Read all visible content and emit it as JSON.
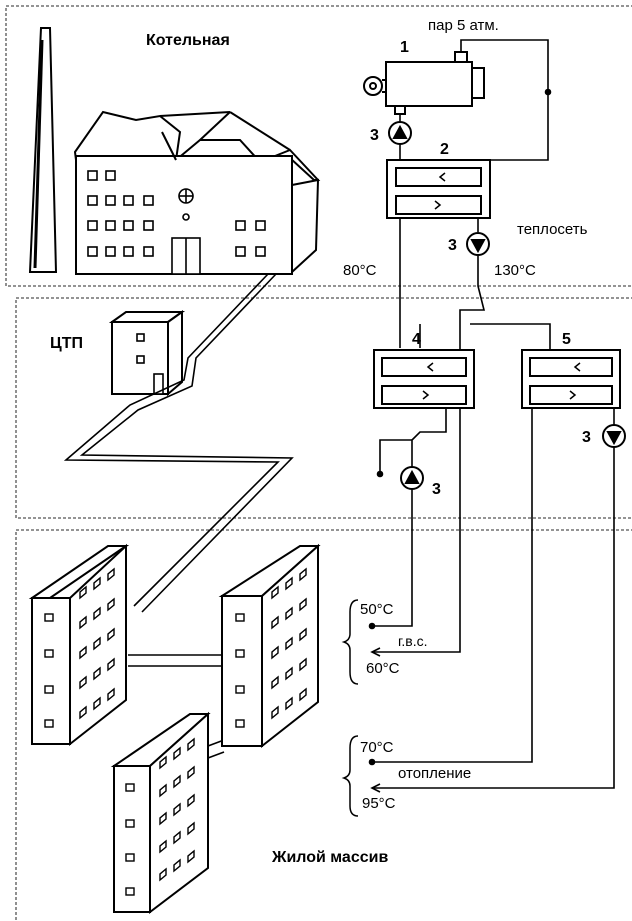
{
  "sections": {
    "boiler_house": "Котельная",
    "ctp": "ЦТП",
    "residential": "Жилой массив"
  },
  "steam_label": "пар 5 атм.",
  "heat_network_label": "теплосеть",
  "equipment": {
    "boiler_number": "1",
    "exchanger_main_number": "2",
    "exchanger_hw_number": "4",
    "exchanger_heating_number": "5",
    "pump_number": "3"
  },
  "temperatures": {
    "return_main": "80°C",
    "supply_main": "130°C",
    "hw_cold": "50°C",
    "hw_hot": "60°C",
    "heating_return": "70°C",
    "heating_supply": "95°C"
  },
  "consumers": {
    "hot_water": "г.в.с.",
    "heating": "отопление"
  },
  "colors": {
    "line": "#000000",
    "background": "#ffffff",
    "dashed_border": "#555555"
  }
}
